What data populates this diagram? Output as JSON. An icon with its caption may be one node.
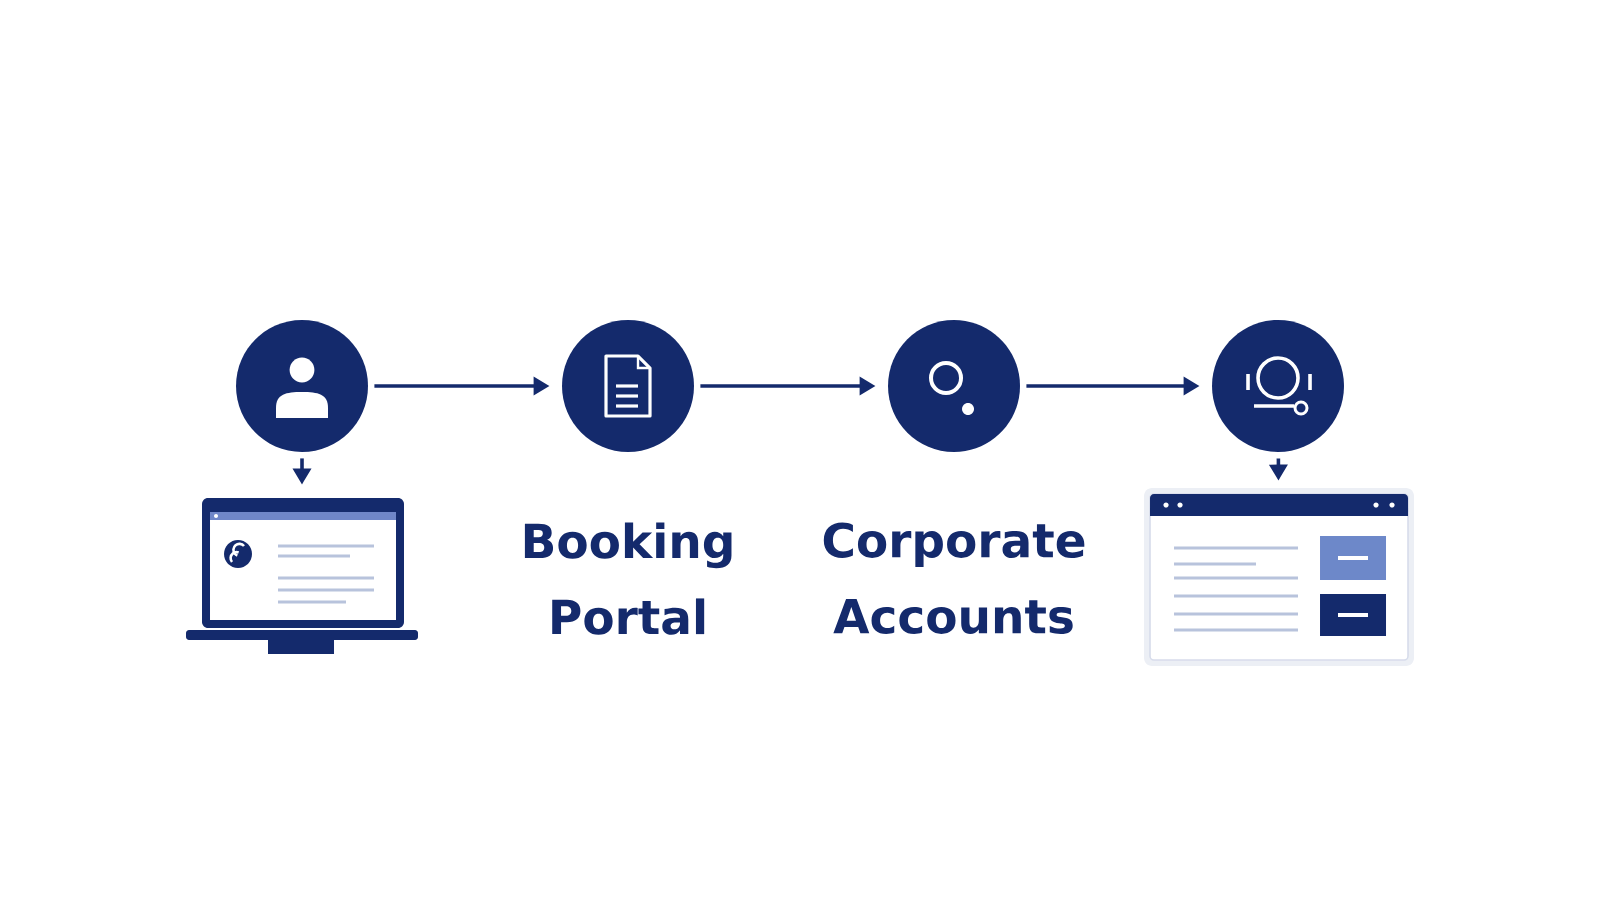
{
  "diagram": {
    "nodes": [
      {
        "text": [],
        "shape": "circle"
      },
      {
        "text": [],
        "shape": "picture"
      },
      {
        "text": [
          "Booking Portal"
        ]
      },
      {
        "text": [
          "Corporate Accounts"
        ]
      },
      {
        "text": [],
        "shape": "circle"
      },
      {
        "text": [],
        "shape": "picture"
      }
    ],
    "edges": [
      {
        "from": 0,
        "to": 1,
        "arrow": "to"
      },
      {
        "from": 0,
        "to": 2,
        "arrow": "to"
      },
      {
        "from": 2,
        "to": 3,
        "arrow": "to"
      },
      {
        "from": 3,
        "to": 4,
        "arrow": "to"
      },
      {
        "from": 4,
        "to": 5,
        "arrow": "to"
      }
    ]
  }
}
